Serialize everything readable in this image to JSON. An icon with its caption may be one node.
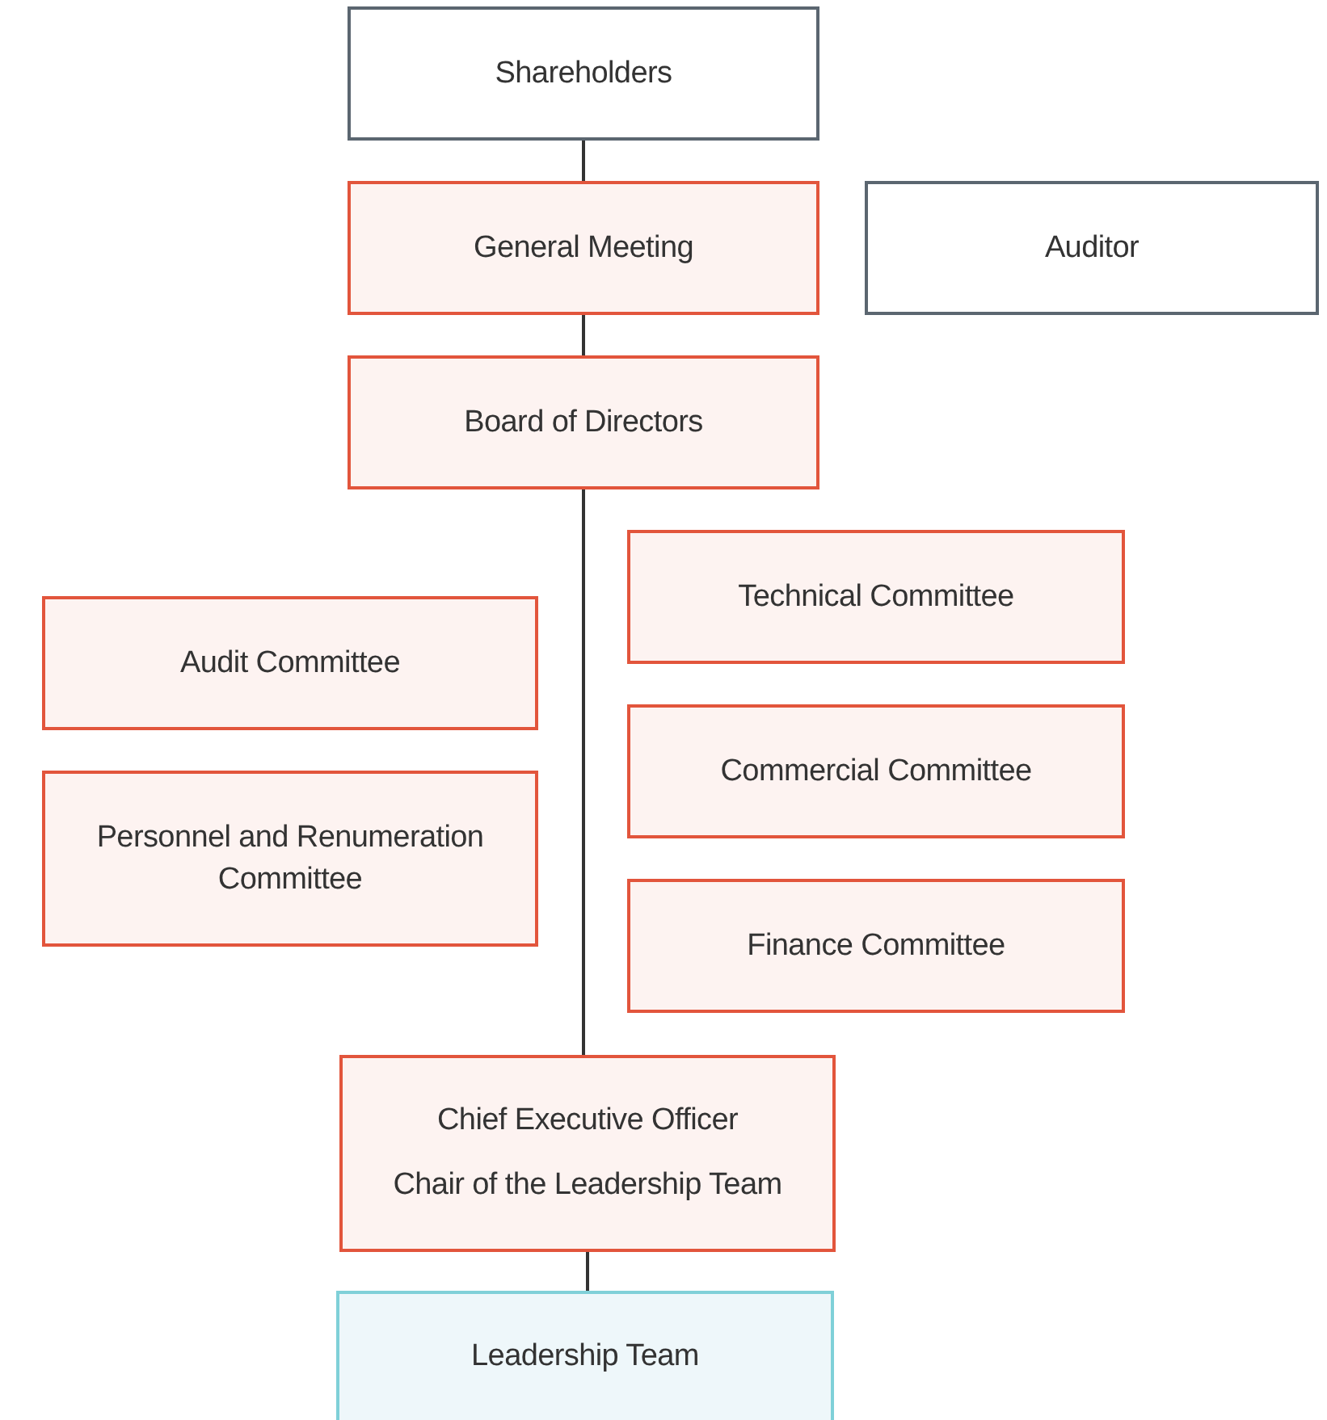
{
  "diagram": {
    "nodes": [
      {
        "text": [
          "Shareholders"
        ]
      },
      {
        "text": [
          "General Meeting"
        ]
      },
      {
        "text": [
          "Auditor"
        ]
      },
      {
        "text": [
          "Board of Directors"
        ]
      },
      {
        "text": [
          "Technical Committee"
        ]
      },
      {
        "text": [
          "Audit Committee"
        ]
      },
      {
        "text": [
          "Commercial Committee"
        ]
      },
      {
        "text": [
          "Personnel and Renumeration Committee"
        ]
      },
      {
        "text": [
          "Finance Committee"
        ]
      },
      {
        "text": [
          "Chief Executive Officer",
          "Chair of the Leadership Team"
        ]
      },
      {
        "text": [
          "Leadership Team"
        ]
      }
    ],
    "edges": [
      {
        "from": 0,
        "to": 1,
        "arrow": "none"
      },
      {
        "from": 1,
        "to": 3,
        "arrow": "none"
      },
      {
        "from": 3,
        "to": 9,
        "arrow": "none"
      },
      {
        "from": 9,
        "to": 10,
        "arrow": "none"
      }
    ]
  }
}
